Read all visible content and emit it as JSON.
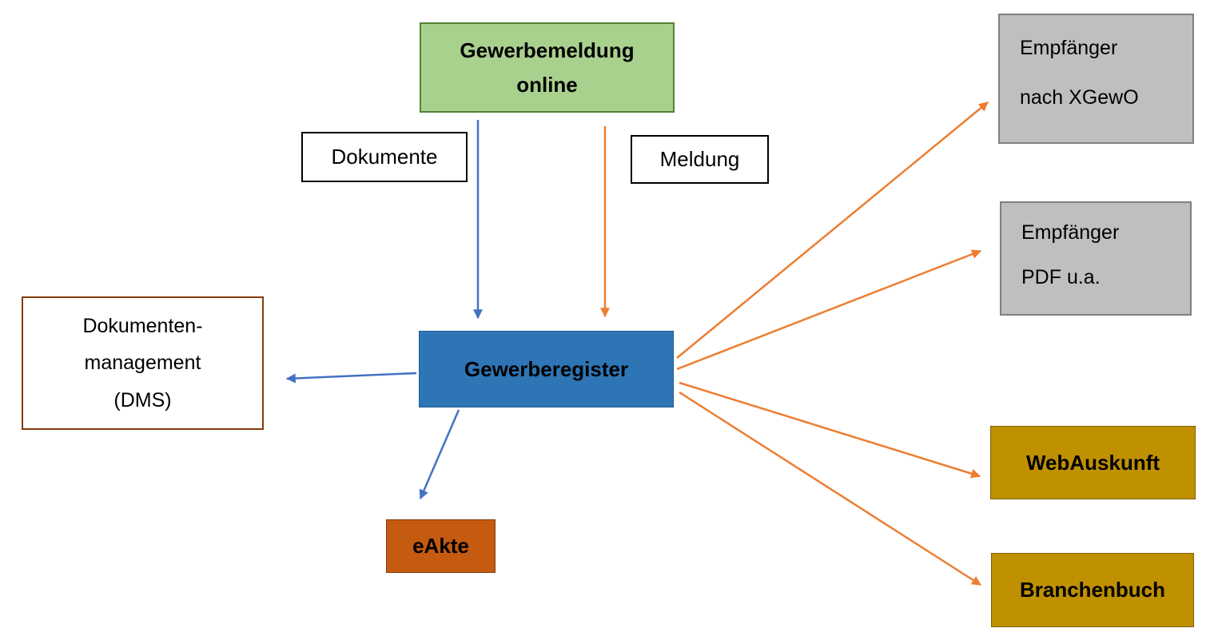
{
  "diagram": {
    "nodes": {
      "gewerbemeldung_online": {
        "label": "Gewerbemeldung\nonline"
      },
      "dokumente": {
        "label": "Dokumente"
      },
      "meldung": {
        "label": "Meldung"
      },
      "dms": {
        "label": "Dokumenten-\nmanagement\n(DMS)"
      },
      "gewerberegister": {
        "label": "Gewerberegister"
      },
      "eakte": {
        "label": "eAkte"
      },
      "empfaenger_xgewo": {
        "line1": "Empfänger",
        "line2": "nach XGewO"
      },
      "empfaenger_pdf": {
        "line1": "Empfänger",
        "line2": "PDF u.a."
      },
      "webauskunft": {
        "label": "WebAuskunft"
      },
      "branchenbuch": {
        "label": "Branchenbuch"
      }
    },
    "colors": {
      "green_fill": "#a9d18e",
      "green_border": "#548235",
      "blue_fill": "#2e75b6",
      "blue_border": "#1f5a93",
      "orange_fill": "#c55a11",
      "orange_border": "#843c0c",
      "gray_fill": "#bfbfbf",
      "gray_border": "#7f7f7f",
      "gold_fill": "#bf9000",
      "gold_border": "#7f6000",
      "dms_border": "#843c0c",
      "plain_border": "#000000",
      "arrow_blue": "#4472c4",
      "arrow_orange": "#ed7d31"
    }
  }
}
